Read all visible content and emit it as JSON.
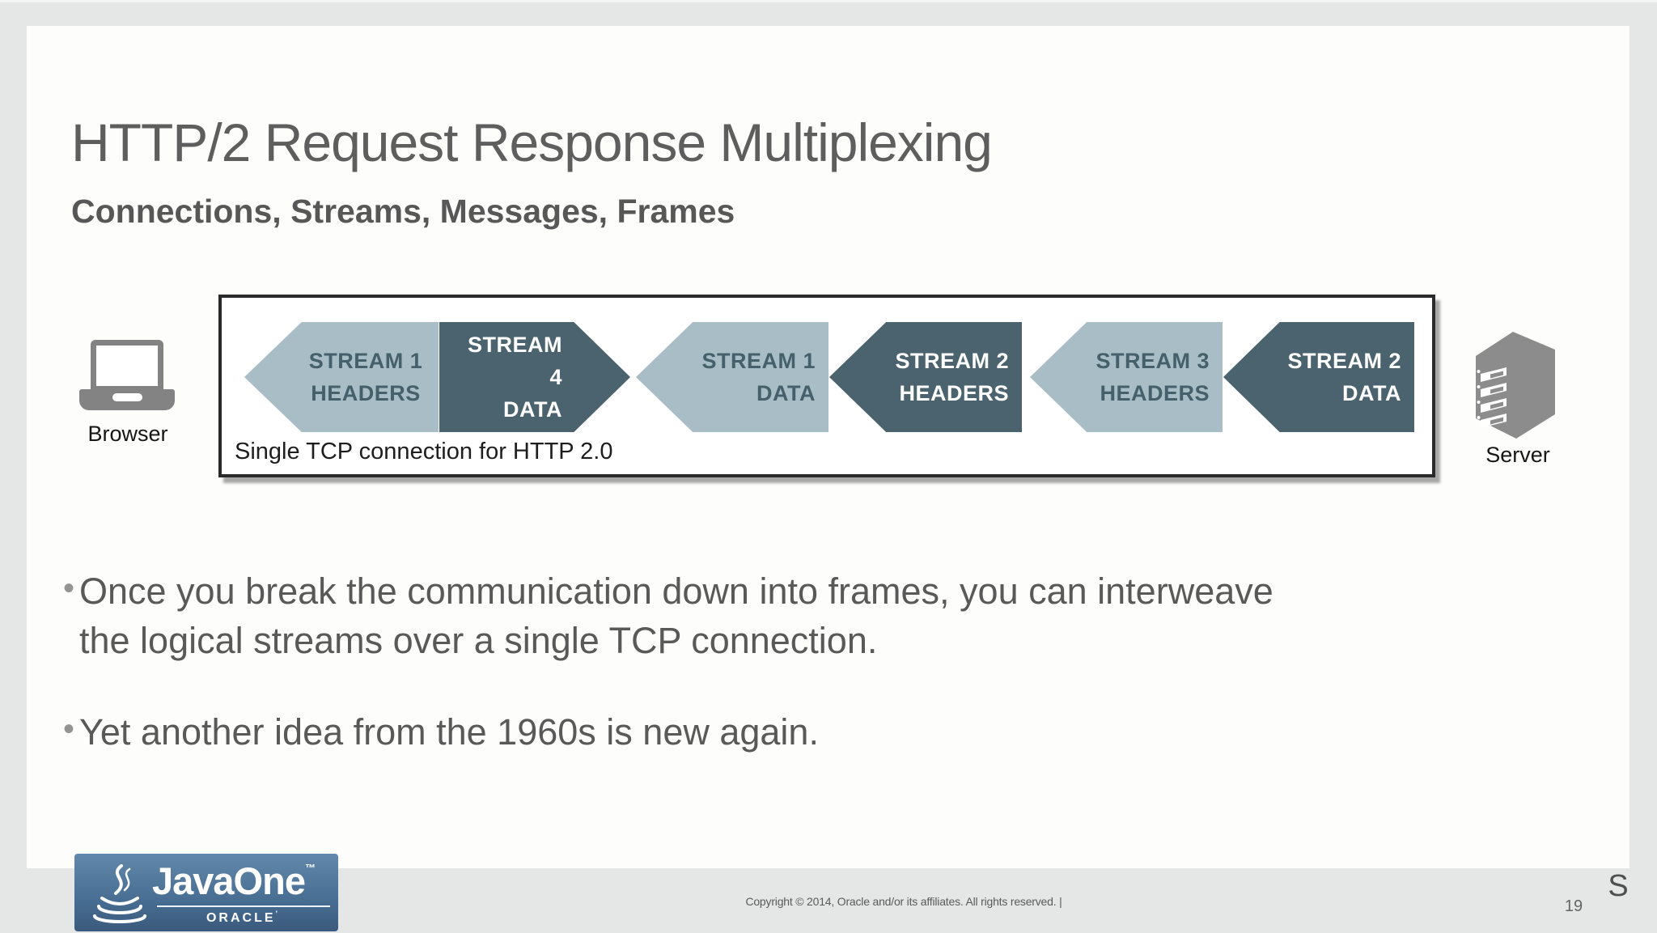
{
  "page": {
    "title": "HTTP/2 Request Response Multiplexing",
    "subtitle": "Connections, Streams, Messages, Frames",
    "slide_number": "19",
    "overlay_letter": "S",
    "copyright": "Copyright © 2014, Oracle and/or its affiliates. All rights reserved.  |"
  },
  "diagram": {
    "browser_label": "Browser",
    "server_label": "Server",
    "connection_label": "Single TCP connection for HTTP 2.0",
    "colors": {
      "light_frame": "#a9bdc6",
      "dark_frame": "#4a636e",
      "light_frame_text": "#45606b",
      "dark_frame_text": "#ffffff",
      "box_border": "#2a2a2a",
      "icon_gray": "#8c8c8c"
    },
    "frames": [
      {
        "stream": "STREAM 1",
        "part": "HEADERS",
        "tone": "light",
        "direction": "left"
      },
      {
        "stream": "STREAM 4",
        "part": "DATA",
        "tone": "dark",
        "direction": "right"
      },
      {
        "stream": "STREAM 1",
        "part": "DATA",
        "tone": "light",
        "direction": "left"
      },
      {
        "stream": "STREAM 2",
        "part": "HEADERS",
        "tone": "dark",
        "direction": "left"
      },
      {
        "stream": "STREAM 3",
        "part": "HEADERS",
        "tone": "light",
        "direction": "left"
      },
      {
        "stream": "STREAM 2",
        "part": "DATA",
        "tone": "dark",
        "direction": "left"
      }
    ]
  },
  "bullets": [
    {
      "lines": [
        "Once you break the communication down into frames, you can interweave",
        "the logical streams over a single TCP connection."
      ]
    },
    {
      "lines": [
        "Yet another idea from the 1960s is new again."
      ]
    }
  ],
  "logo": {
    "brand": "JavaOne",
    "trademark": "™",
    "company": "ORACLE",
    "company_mark": "’",
    "panel_color": "#4a7095"
  }
}
